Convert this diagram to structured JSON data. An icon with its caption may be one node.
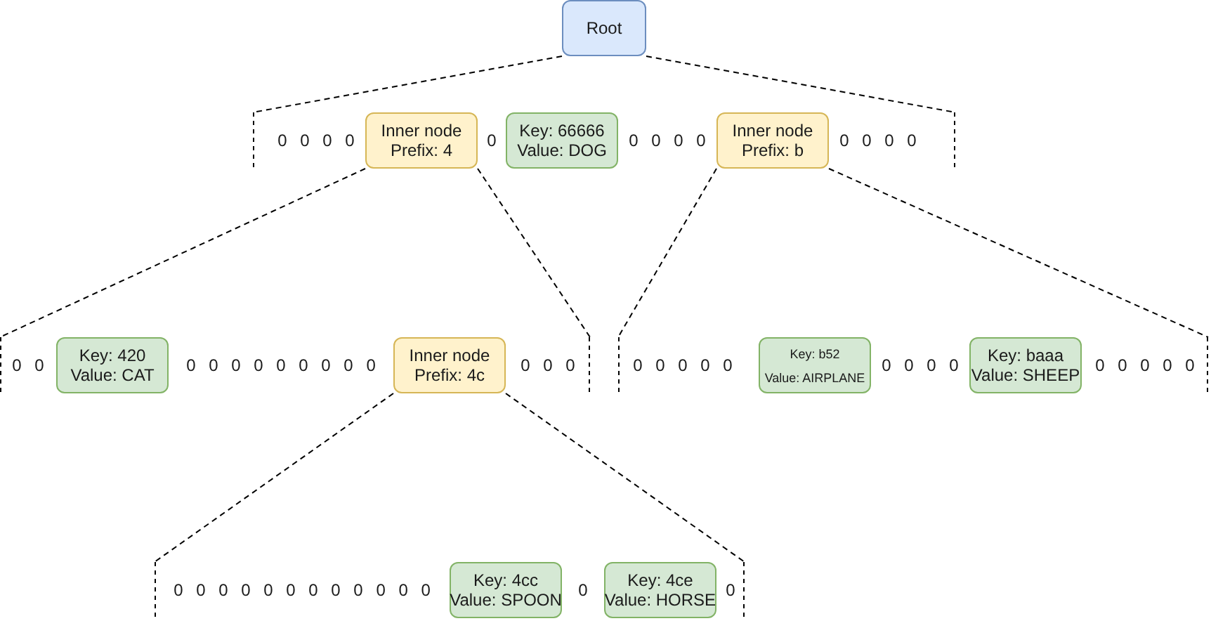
{
  "diagram": {
    "nodes": [
      {
        "text": [
          "Root"
        ]
      },
      {
        "text": [
          "0 0 0 0",
          "0",
          "0 0 0 0",
          "0 0 0 0"
        ]
      },
      {
        "text": [
          "Inner node",
          "Prefix: 4"
        ],
        "in": 1
      },
      {
        "text": [
          "Key: 66666",
          "Value: DOG"
        ],
        "in": 1
      },
      {
        "text": [
          "Inner node",
          "Prefix: b"
        ],
        "in": 1
      },
      {
        "text": [
          "0 0",
          "0 0 0 0 0 0 0 0 0",
          "0 0 0"
        ]
      },
      {
        "text": [
          "Key: 420",
          "Value: CAT"
        ],
        "in": 5
      },
      {
        "text": [
          "Inner node",
          "Prefix: 4c"
        ],
        "in": 5
      },
      {
        "text": [
          "0 0 0 0 0",
          "0 0 0 0",
          "0 0 0 0 0"
        ]
      },
      {
        "text": [
          "Key: b52",
          "Value: AIRPLANE"
        ],
        "in": 8
      },
      {
        "text": [
          "Key: baaa",
          "Value: SHEEP"
        ],
        "in": 8
      },
      {
        "text": [
          "0 0 0 0 0 0 0 0 0 0 0 0",
          "0",
          "0"
        ]
      },
      {
        "text": [
          "Key: 4cc",
          "Value: SPOON"
        ],
        "in": 11
      },
      {
        "text": [
          "Key: 4ce",
          "Value: HORSE"
        ],
        "in": 11
      }
    ],
    "edges": [
      {
        "from": 0,
        "to": 1,
        "arrow": "none",
        "style": "dashed"
      },
      {
        "from": 2,
        "to": 5,
        "arrow": "none",
        "style": "dashed"
      },
      {
        "from": 4,
        "to": 8,
        "arrow": "none",
        "style": "dashed"
      },
      {
        "from": 7,
        "to": 11,
        "arrow": "none",
        "style": "dashed"
      }
    ]
  }
}
